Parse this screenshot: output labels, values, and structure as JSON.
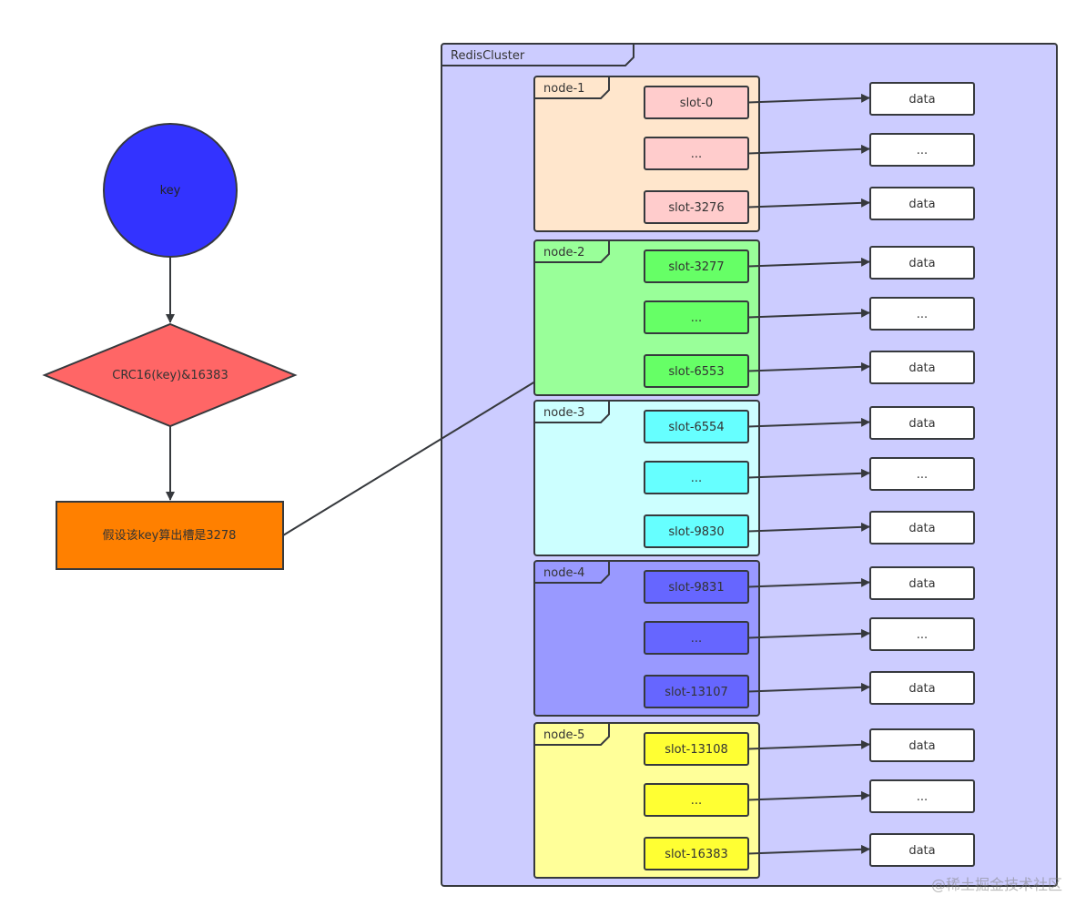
{
  "flow": {
    "start": "key",
    "decision": "CRC16(key)&16383",
    "result": "假设该key算出槽是3278"
  },
  "cluster": {
    "title": "RedisCluster",
    "nodes": [
      {
        "label": "node-1",
        "fill": "#FFE6CC",
        "slot_fill": "#FFCCCC",
        "slots": [
          "slot-0",
          "...",
          "slot-3276"
        ]
      },
      {
        "label": "node-2",
        "fill": "#99FF99",
        "slot_fill": "#66FF66",
        "slots": [
          "slot-3277",
          "...",
          "slot-6553"
        ]
      },
      {
        "label": "node-3",
        "fill": "#CCFFFF",
        "slot_fill": "#66FFFF",
        "slots": [
          "slot-6554",
          "...",
          "slot-9830"
        ]
      },
      {
        "label": "node-4",
        "fill": "#9999FF",
        "slot_fill": "#6666FF",
        "slots": [
          "slot-9831",
          "...",
          "slot-13107"
        ]
      },
      {
        "label": "node-5",
        "fill": "#FFFF99",
        "slot_fill": "#FFFF33",
        "slots": [
          "slot-13108",
          "...",
          "slot-16383"
        ]
      }
    ],
    "data_labels": [
      "data",
      "...",
      "data"
    ]
  },
  "colors": {
    "cluster_fill": "#CCCCFF",
    "key_circle": "#3333FF",
    "decision": "#FF6666",
    "result": "#FF8000",
    "stroke": "#36393d"
  },
  "watermark": "@稀土掘金技术社区"
}
